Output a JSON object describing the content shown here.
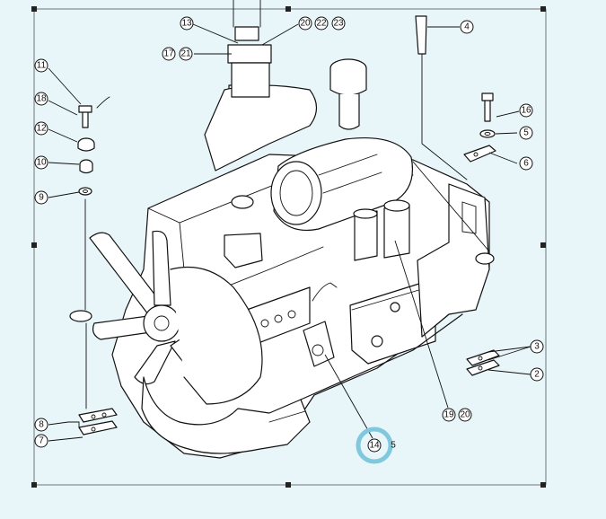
{
  "callouts": {
    "c1": "13",
    "c2": "20",
    "c3": "22",
    "c4": "23",
    "c5": "17",
    "c6": "21",
    "c7": "4",
    "c8": "11",
    "c9": "18",
    "c10": "12",
    "c11": "10",
    "c12": "9",
    "c13": "16",
    "c14": "5",
    "c15": "6",
    "c16": "3",
    "c17": "2",
    "c18": "19",
    "c19": "20",
    "c20": "8",
    "c21": "7",
    "c22": "14",
    "c23": "5"
  },
  "highlight": {
    "callout": "14",
    "color": "#7fc8de"
  },
  "colors": {
    "background": "#e8f6f9",
    "line": "#111111",
    "paper": "#ffffff"
  }
}
